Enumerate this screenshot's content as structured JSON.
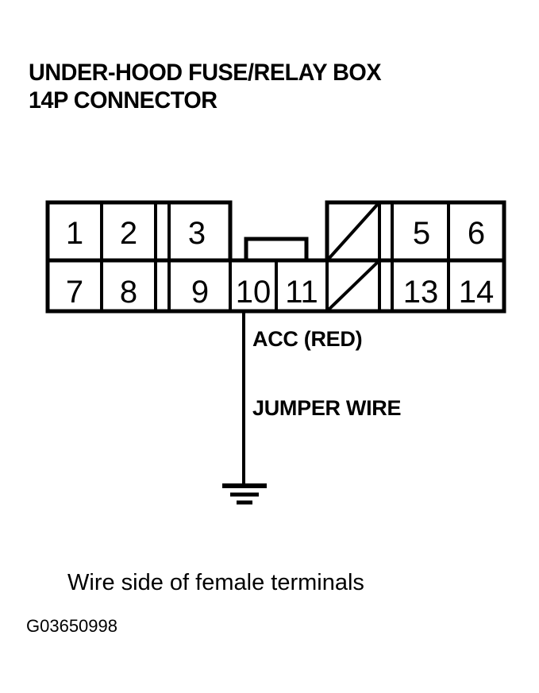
{
  "title": {
    "line1": "UNDER-HOOD FUSE/RELAY BOX",
    "line2": "14P CONNECTOR"
  },
  "connector": {
    "name": "14P connector terminal layout",
    "total_cavities": 14,
    "rows": [
      {
        "row": "top",
        "cells": [
          {
            "label": "1",
            "type": "terminal"
          },
          {
            "label": "2",
            "type": "terminal"
          },
          {
            "label": "",
            "type": "narrow-strip"
          },
          {
            "label": "3",
            "type": "terminal"
          },
          {
            "label": "",
            "type": "notch-gap"
          },
          {
            "label": "",
            "type": "blocked-diagonal"
          },
          {
            "label": "",
            "type": "narrow-strip"
          },
          {
            "label": "5",
            "type": "terminal"
          },
          {
            "label": "6",
            "type": "terminal"
          }
        ]
      },
      {
        "row": "bottom",
        "cells": [
          {
            "label": "7",
            "type": "terminal"
          },
          {
            "label": "8",
            "type": "terminal"
          },
          {
            "label": "",
            "type": "narrow-strip"
          },
          {
            "label": "9",
            "type": "terminal"
          },
          {
            "label": "10",
            "type": "terminal"
          },
          {
            "label": "11",
            "type": "terminal"
          },
          {
            "label": "",
            "type": "blocked-diagonal"
          },
          {
            "label": "",
            "type": "narrow-strip"
          },
          {
            "label": "13",
            "type": "terminal"
          },
          {
            "label": "14",
            "type": "terminal"
          }
        ]
      }
    ]
  },
  "labels": {
    "acc_wire": "ACC (RED)",
    "jumper_wire": "JUMPER WIRE"
  },
  "caption": "Wire side of female terminals",
  "figure_id": "G03650998",
  "symbols": {
    "ground": "ground-symbol",
    "jumper_source_cavity": "10"
  },
  "colors": {
    "ink": "#000000",
    "paper": "#ffffff"
  }
}
